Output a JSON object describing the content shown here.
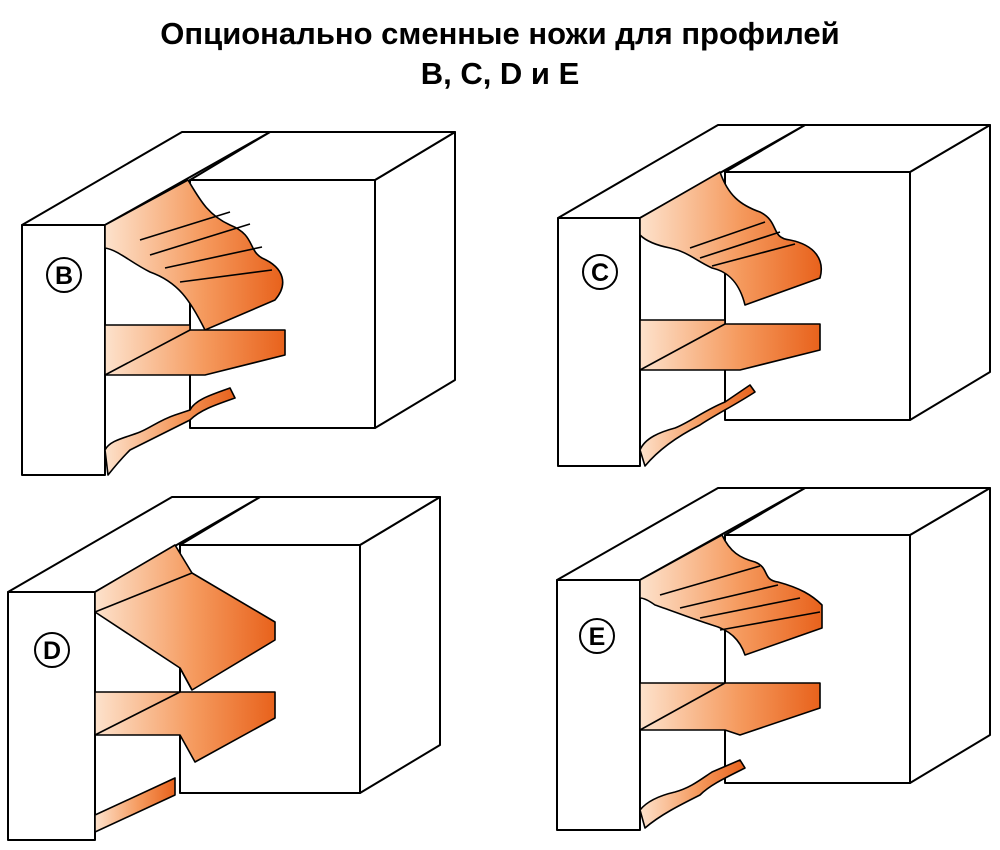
{
  "title": {
    "line1": "Опционально сменные ножи для профилей",
    "line2": "B, C, D и E"
  },
  "colors": {
    "knife_dark": "#e8621c",
    "knife_light": "#fbd5b8",
    "outline": "#000000",
    "block": "#ffffff"
  },
  "profiles": [
    {
      "label": "B"
    },
    {
      "label": "C"
    },
    {
      "label": "D"
    },
    {
      "label": "E"
    }
  ]
}
